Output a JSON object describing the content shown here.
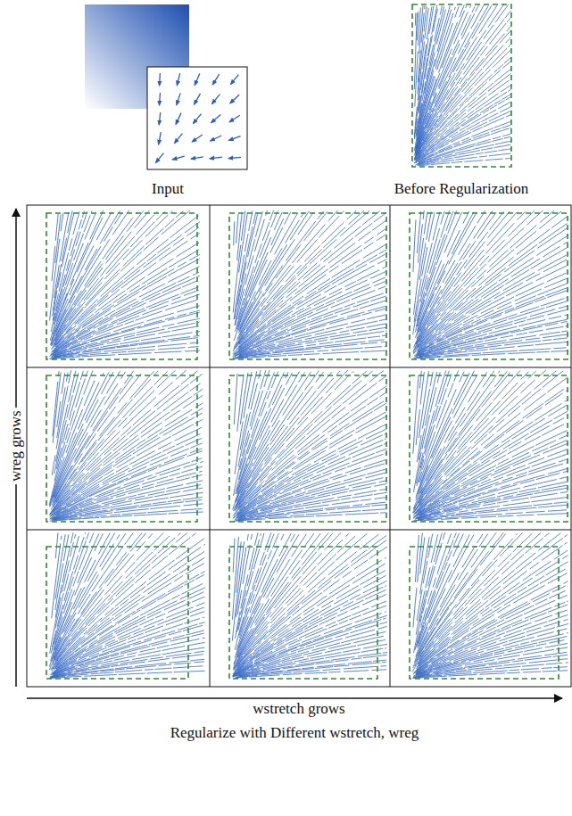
{
  "diagram": {
    "caption": "Regularize with Different wstretch, wreg",
    "labels": [
      "Input",
      "Before Regularization",
      "wreg grows",
      "wstretch grows"
    ]
  }
}
